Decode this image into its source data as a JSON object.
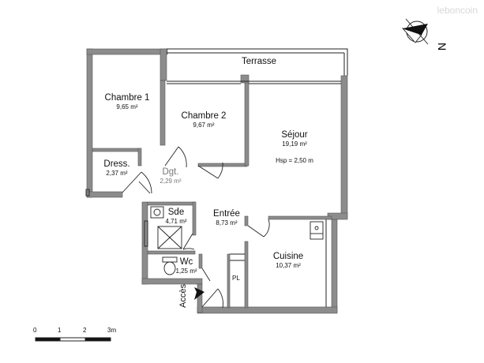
{
  "watermark": "leboncoin",
  "compass": {
    "label": "N"
  },
  "terrace": {
    "name": "Terrasse"
  },
  "rooms": [
    {
      "id": "chambre1",
      "name": "Chambre 1",
      "area": "9,65 m²"
    },
    {
      "id": "chambre2",
      "name": "Chambre 2",
      "area": "9,67 m²"
    },
    {
      "id": "sejour",
      "name": "Séjour",
      "area": "19,19 m²",
      "note": "Hsp = 2,50 m"
    },
    {
      "id": "dress",
      "name": "Dress.",
      "area": "2,37 m²"
    },
    {
      "id": "dgt",
      "name": "Dgt.",
      "area": "2,29 m²"
    },
    {
      "id": "sde",
      "name": "Sde",
      "area": "4,71 m²"
    },
    {
      "id": "entree",
      "name": "Entrée",
      "area": "8,73 m²"
    },
    {
      "id": "cuisine",
      "name": "Cuisine",
      "area": "10,37 m²"
    },
    {
      "id": "wc",
      "name": "Wc",
      "area": "1,25 m²"
    }
  ],
  "placard": "PL",
  "access": "Accès",
  "scale": {
    "ticks": [
      "0",
      "1",
      "2",
      "3m"
    ]
  },
  "colors": {
    "wall": "#8c8c8c",
    "wall_edge": "#555555",
    "line": "#222222"
  }
}
